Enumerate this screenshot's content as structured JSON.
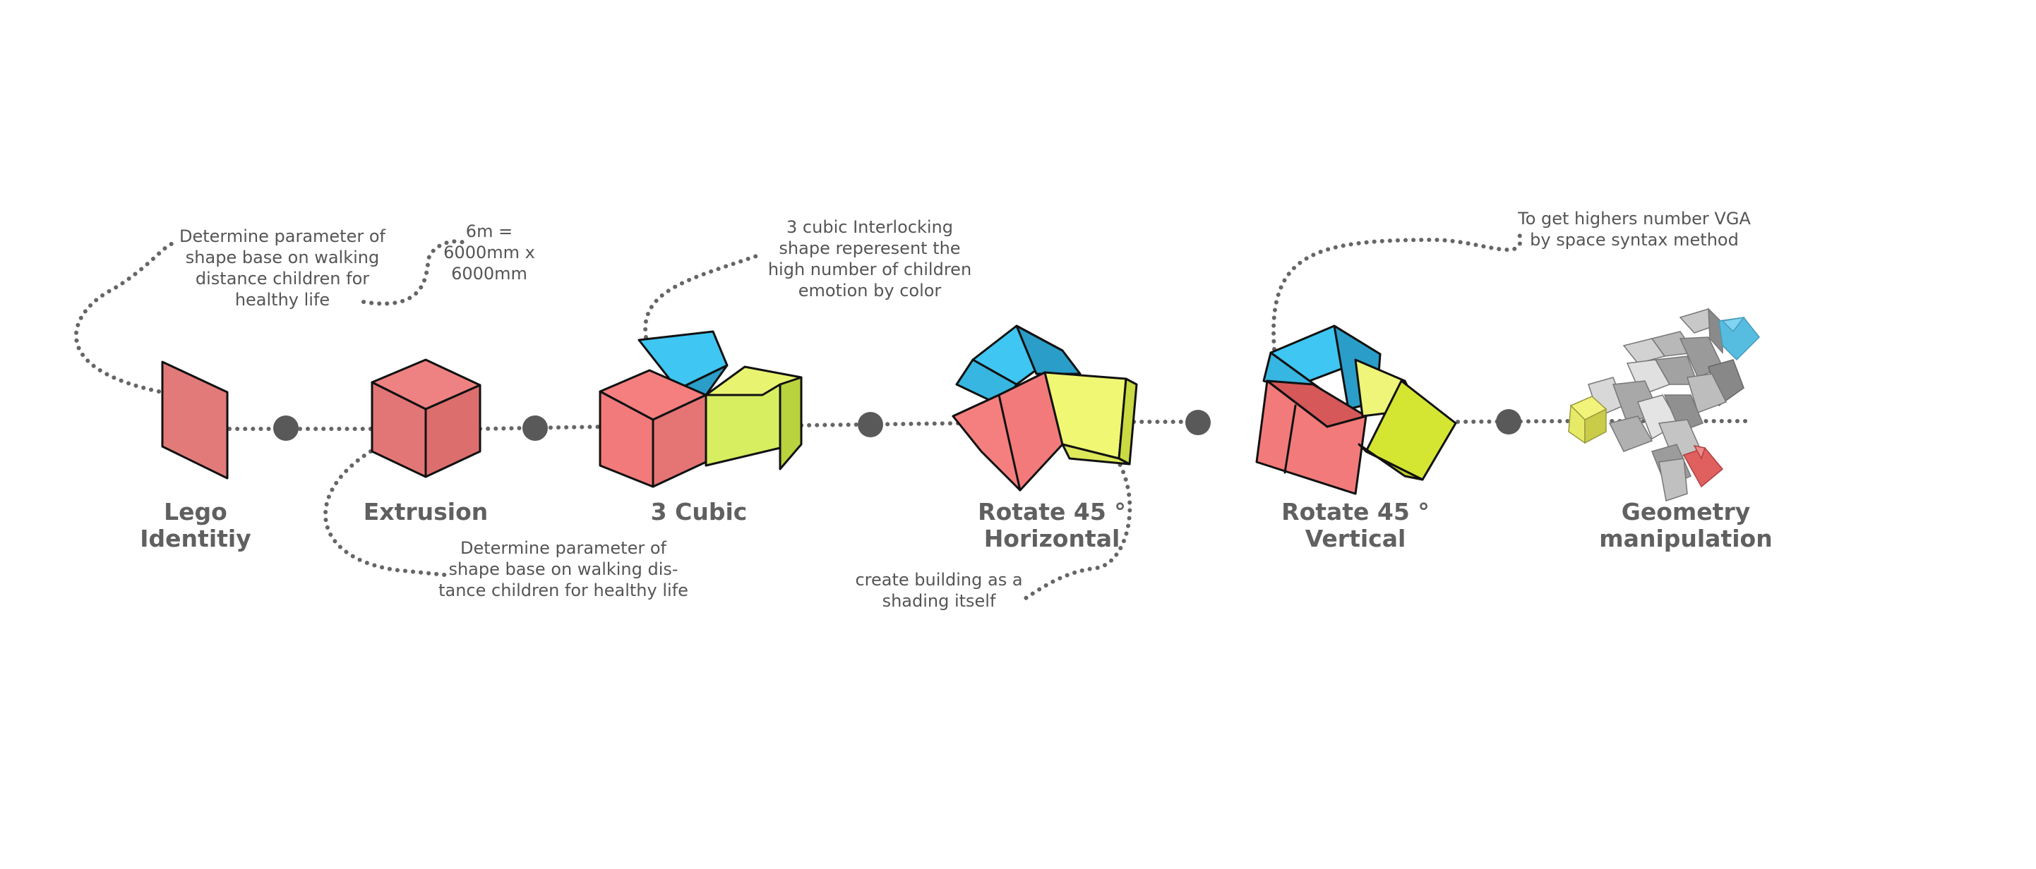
{
  "colors": {
    "red": "#f07c7c",
    "blue": "#3fc6f2",
    "yellow": "#e8f06a",
    "lime": "#d4e632",
    "gray": "#a8a8a8",
    "connector": "#595959"
  },
  "steps": [
    {
      "title_line1": "Lego",
      "title_line2": "Identitiy",
      "icon": "parallelogram-icon"
    },
    {
      "title_line1": "Extrusion",
      "title_line2": "",
      "icon": "cube-icon"
    },
    {
      "title_line1": "3 Cubic",
      "title_line2": "",
      "icon": "three-cubes-icon"
    },
    {
      "title_line1": "Rotate 45 °",
      "title_line2": "Horizontal",
      "icon": "rotated-cubes-icon"
    },
    {
      "title_line1": "Rotate 45 °",
      "title_line2": "Vertical",
      "icon": "rotated-cubes-vertical-icon"
    },
    {
      "title_line1": "Geometry",
      "title_line2": "manipulation",
      "icon": "cube-cluster-icon"
    }
  ],
  "annotations": {
    "lego": [
      "Determine parameter of",
      "shape base on walking",
      "distance children for",
      "healthy life"
    ],
    "size": [
      "6m =",
      "6000mm x",
      "6000mm"
    ],
    "extrusion": [
      "Determine parameter of",
      "shape base on walking dis-",
      "tance children for healthy life"
    ],
    "cubic": [
      "3 cubic Interlocking",
      "shape reperesent the",
      "high number of children",
      "emotion by color"
    ],
    "rotate_h": [
      "create building as a",
      "shading itself"
    ],
    "rotate_v": [
      "To get highers number VGA",
      "by space syntax method"
    ]
  }
}
